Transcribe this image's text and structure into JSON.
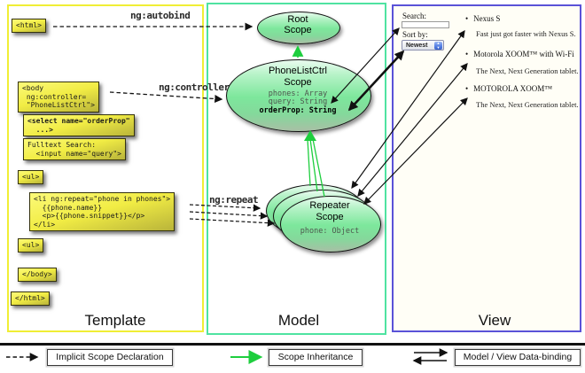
{
  "template": {
    "title": "Template",
    "boxes": [
      {
        "code": "<html>"
      },
      {
        "code": "<body\n ng:controller=\n \"PhoneListCtrl\">"
      },
      {
        "code": "<select name=\"orderProp\"\n  ...>"
      },
      {
        "code": "Fulltext Search:\n  <input name=\"query\">"
      },
      {
        "code": "<ul>"
      },
      {
        "code": "<li ng:repeat=\"phone in phones\">\n  {{phone.name}}\n  <p>{{phone.snippet}}</p>\n</li>"
      },
      {
        "code": "<ul>"
      },
      {
        "code": "</body>"
      },
      {
        "code": "</html>"
      }
    ]
  },
  "model": {
    "title": "Model",
    "root_scope": {
      "name": "Root",
      "type": "Scope"
    },
    "phonelistctrl_scope": {
      "name": "PhoneListCtrl",
      "type": "Scope",
      "prop1": "phones: Array",
      "prop2": "query: String",
      "prop3": "orderProp: String"
    },
    "repeater_scope": {
      "name": "Repeater",
      "type": "Scope",
      "prop": "phone: Object"
    }
  },
  "view": {
    "title": "View",
    "search_label": "Search:",
    "sort_label": "Sort by:",
    "sort_value": "Newest",
    "items": [
      {
        "title": "Nexus S",
        "desc": "Fast just got faster with Nexus S."
      },
      {
        "title": "Motorola XOOM™ with Wi-Fi",
        "desc": "The Next, Next Generation tablet."
      },
      {
        "title": "MOTOROLA XOOM™",
        "desc": "The Next, Next Generation tablet."
      }
    ]
  },
  "connectors": {
    "autobind": "ng:autobind",
    "controller": "ng:controller",
    "repeat": "ng:repeat"
  },
  "legend": {
    "implicit": "Implicit Scope Declaration",
    "inheritance": "Scope Inheritance",
    "databinding": "Model / View Data-binding"
  },
  "colors": {
    "template_border": "#f0ee35",
    "model_border": "#4fe3a1",
    "view_border": "#5a52d8",
    "scope_fill_green": "#7de79c",
    "code_box_yellow": "#f1ec44",
    "inheritance_arrow_green": "#1ece3e"
  }
}
